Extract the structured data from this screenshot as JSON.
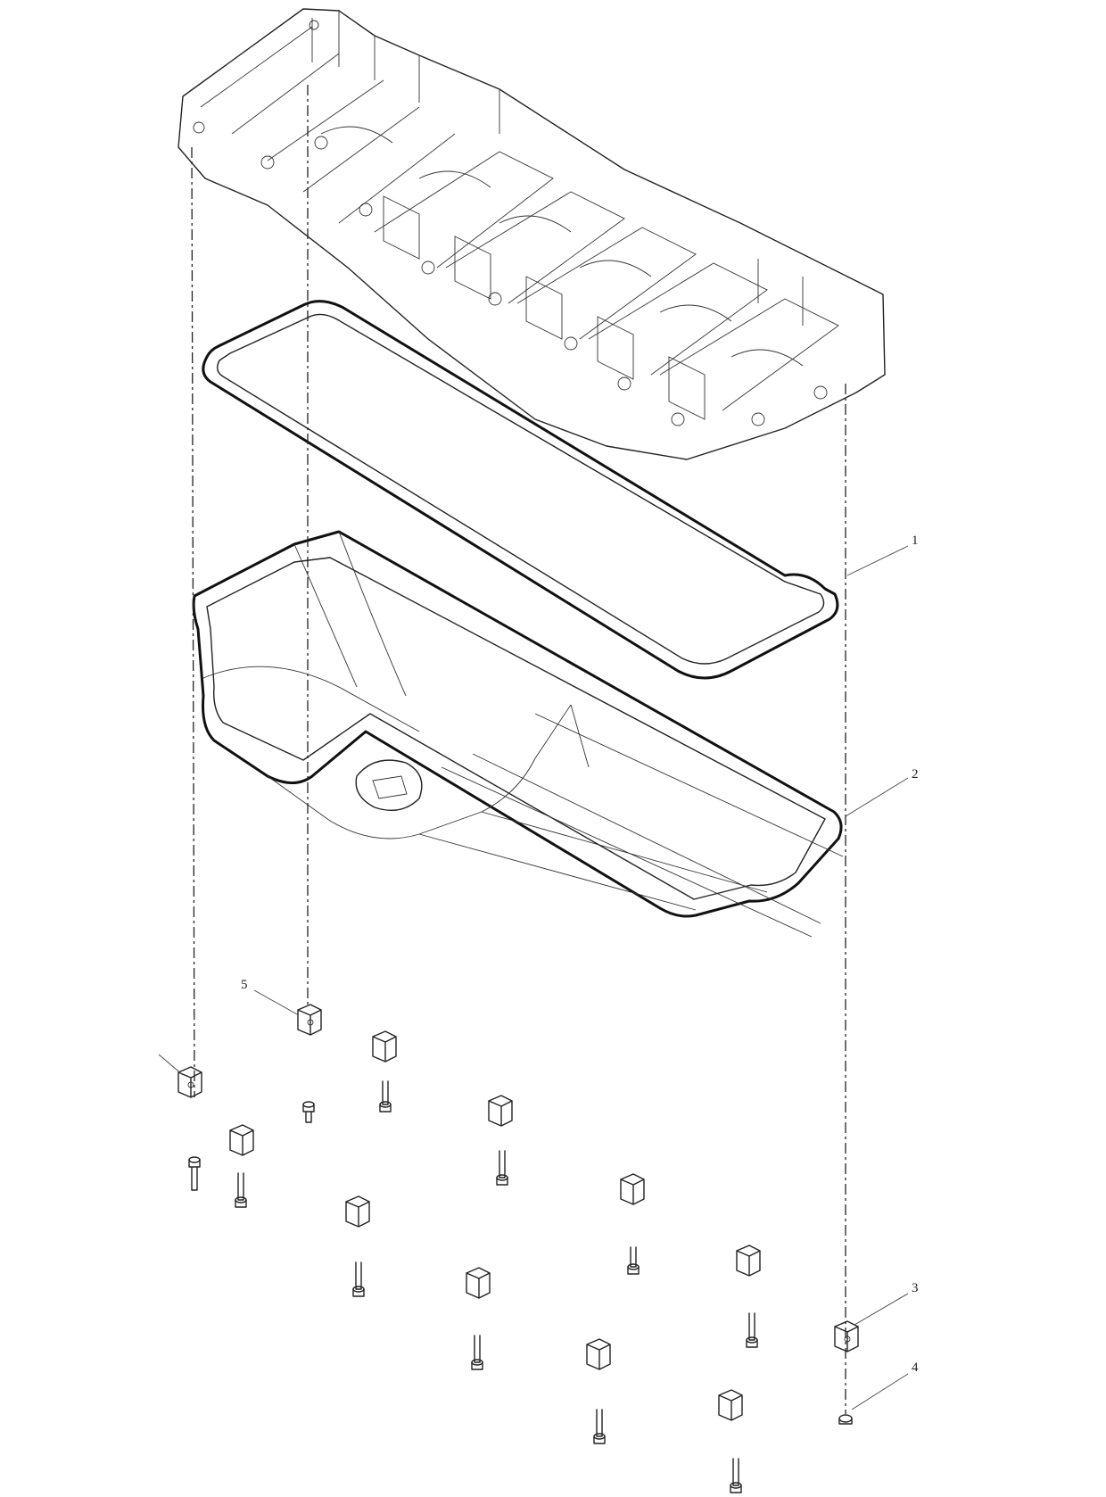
{
  "callouts": [
    {
      "id": "gasket",
      "label": "1"
    },
    {
      "id": "oil-pan",
      "label": "2"
    },
    {
      "id": "spacer",
      "label": "3"
    },
    {
      "id": "bolt",
      "label": "4"
    },
    {
      "id": "spacer-front",
      "label": "5"
    },
    {
      "id": "spacer-rear",
      "label": ""
    }
  ]
}
